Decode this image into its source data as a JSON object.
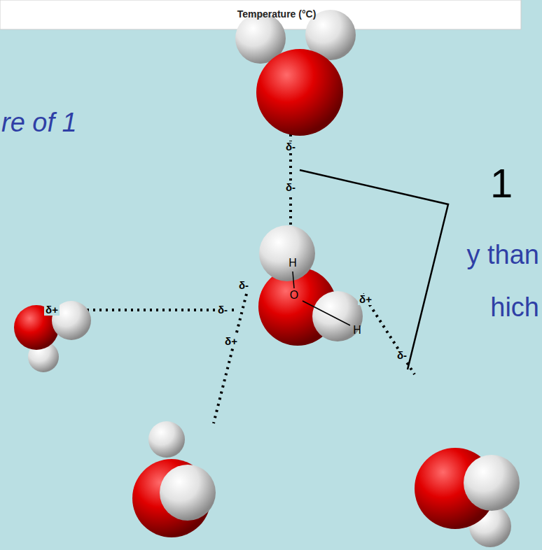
{
  "diagram": {
    "labels": [
      "Temperature (°C)",
      "re of 1",
      "y than",
      "hich",
      "1",
      "δ-",
      "δ-",
      "δ+",
      "δ-",
      "δ-",
      "δ+",
      "δ+",
      "δ-",
      "H",
      "O",
      "H"
    ]
  }
}
